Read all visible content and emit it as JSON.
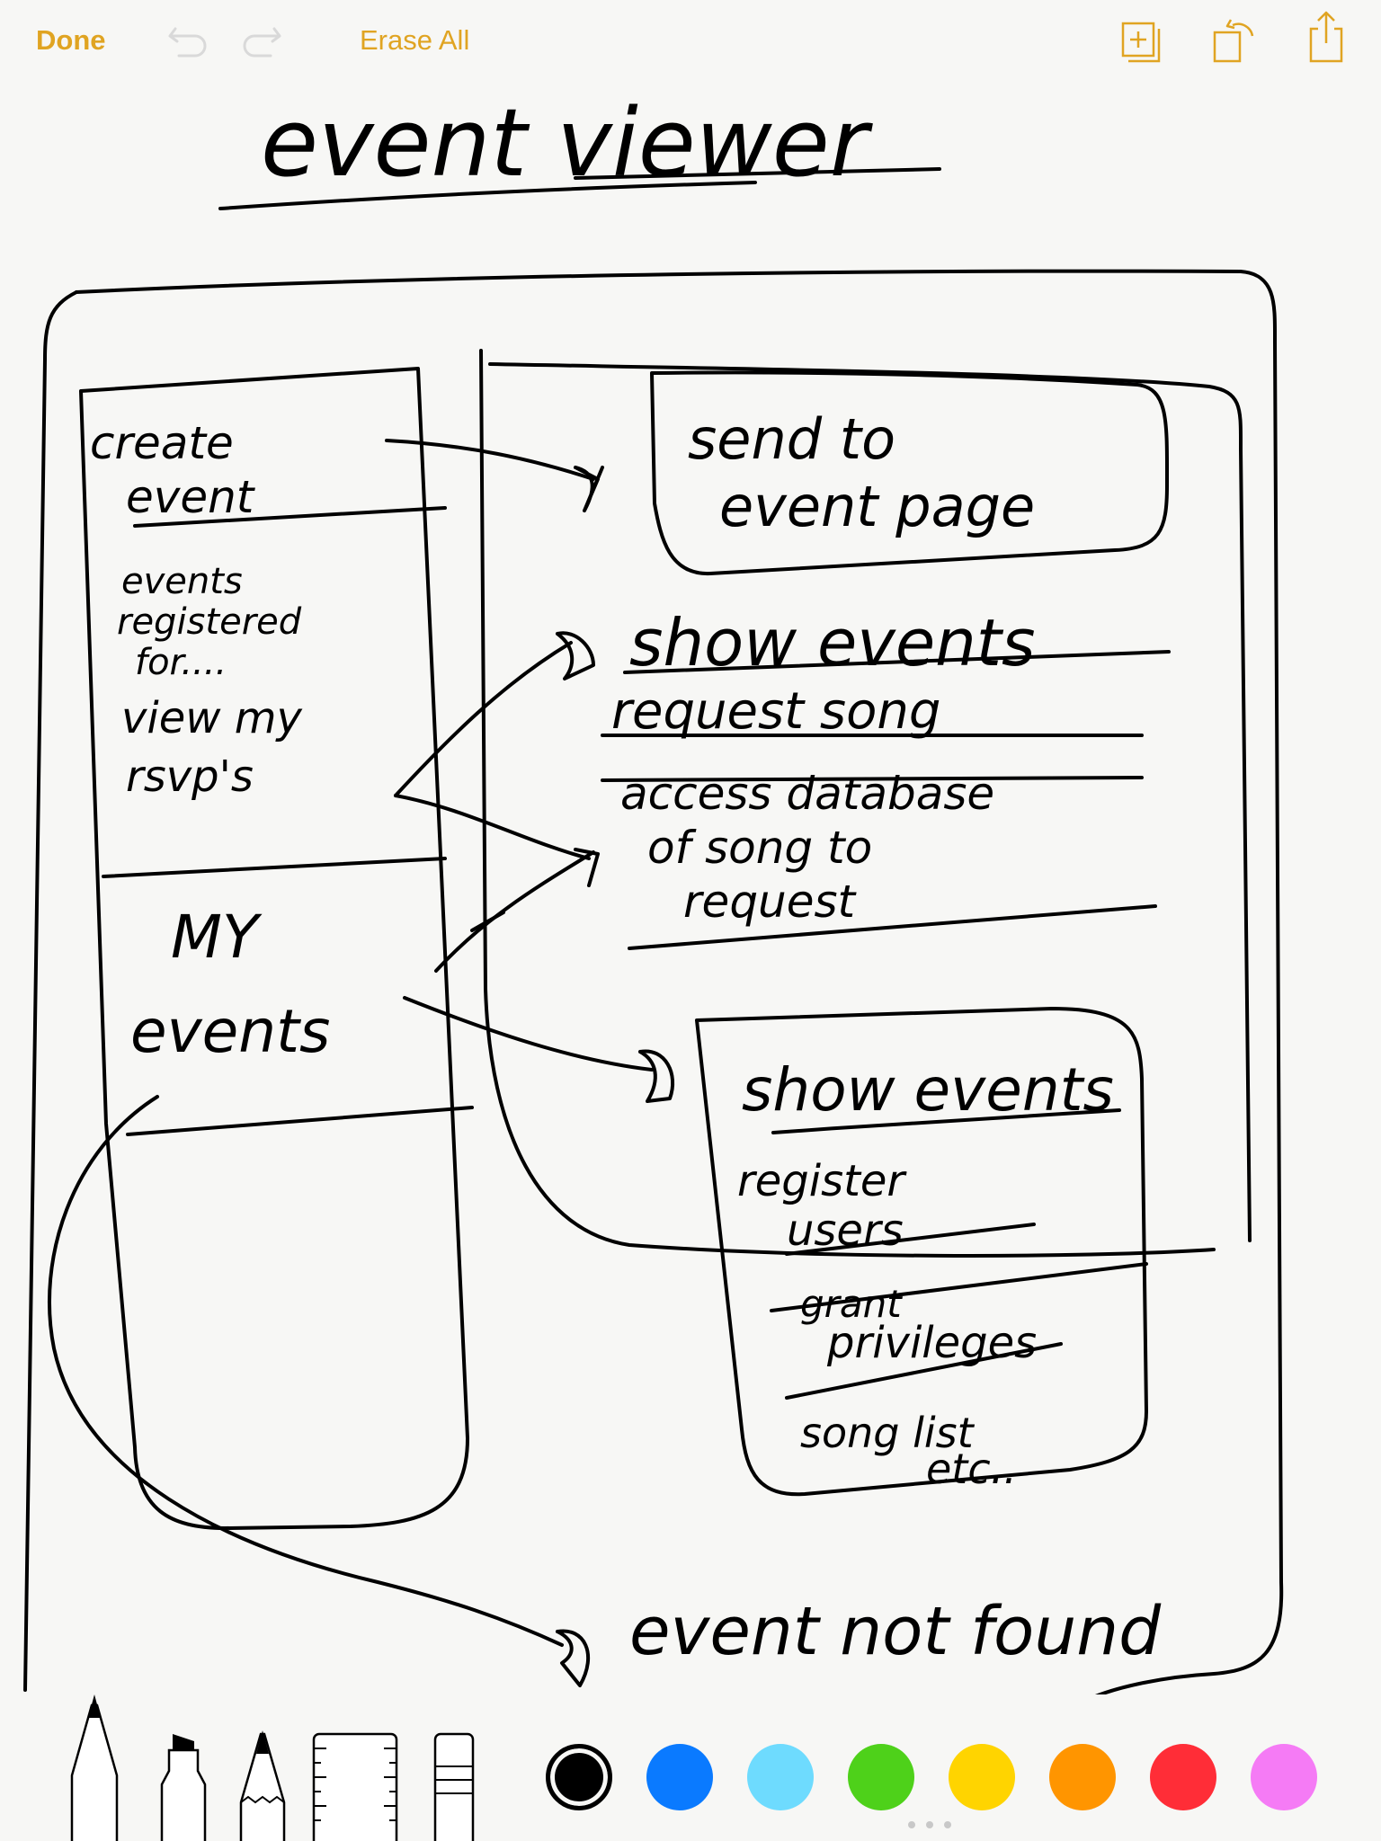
{
  "colors": {
    "accent": "#E0A422",
    "ink": "#000000",
    "paper": "#F7F7F5"
  },
  "toolbar": {
    "done_label": "Done",
    "erase_label": "Erase All",
    "icons": [
      "undo-icon",
      "redo-icon",
      "add-page-icon",
      "rotate-icon",
      "share-icon"
    ]
  },
  "sketch": {
    "title": "event viewer",
    "sidebar": {
      "create": [
        "create",
        "event"
      ],
      "registered": [
        "events",
        "registered",
        "for...."
      ],
      "rsvps": [
        "view my",
        "rsvp's"
      ],
      "my_events": [
        "MY",
        "events"
      ]
    },
    "main": {
      "send_box": [
        "send to",
        "event page"
      ],
      "show_events_1": "show events",
      "request_song": "request song",
      "access": [
        "access database",
        "of song to",
        "request"
      ],
      "show_events_2": "show events",
      "register": [
        "register",
        "users"
      ],
      "grant": [
        "grant",
        "privileges"
      ],
      "song": [
        "song list",
        "etc.."
      ],
      "not_found": "event not found"
    }
  },
  "tools": [
    "pen-tool",
    "marker-tool",
    "pencil-tool",
    "ruler-tool",
    "eraser-tool"
  ],
  "palette": [
    {
      "name": "black",
      "hex": "#000000",
      "selected": true
    },
    {
      "name": "blue",
      "hex": "#0A7AFF"
    },
    {
      "name": "light-blue",
      "hex": "#6EDBFE"
    },
    {
      "name": "green",
      "hex": "#4ED11A"
    },
    {
      "name": "yellow",
      "hex": "#FFD400"
    },
    {
      "name": "orange",
      "hex": "#FF9500"
    },
    {
      "name": "red",
      "hex": "#FF2D37"
    },
    {
      "name": "pink",
      "hex": "#F57BF5"
    }
  ]
}
